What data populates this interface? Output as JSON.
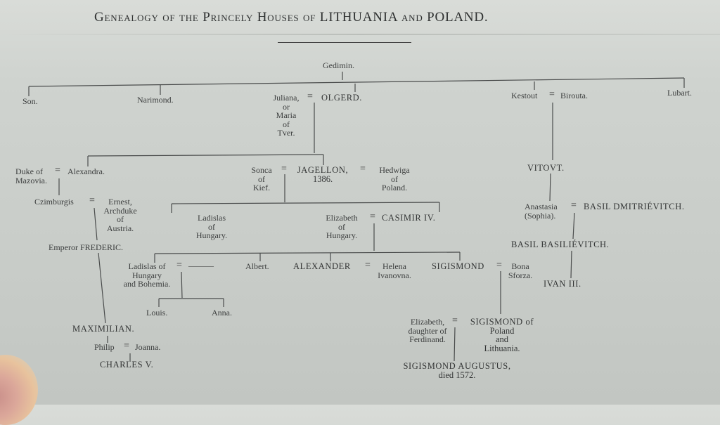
{
  "title": "Genealogy of the Princely Houses of LITHUANIA and POLAND.",
  "nodes": {
    "gedimin": "Gedimin.",
    "son": "Son.",
    "narimond": "Narimond.",
    "juliana": [
      "Juliana,",
      "or",
      "Maria",
      "of",
      "Tver."
    ],
    "olgerd": "OLGERD.",
    "kestout": "Kestout",
    "birouta": "Birouta.",
    "lubart": "Lubart.",
    "duke_of_mazovia": [
      "Duke of",
      "Mazovia."
    ],
    "alexandra": "Alexandra.",
    "sonca": [
      "Sonca",
      "of",
      "Kief."
    ],
    "jagellon": [
      "JAGELLON,",
      "1386."
    ],
    "hedwiga": [
      "Hedwiga",
      "of",
      "Poland."
    ],
    "vitovt": "VITOVT.",
    "czimburgis": "Czimburgis",
    "ernest": [
      "Ernest,",
      "Archduke",
      "of",
      "Austria."
    ],
    "ladislas_hungary": [
      "Ladislas",
      "of",
      "Hungary."
    ],
    "elizabeth_hungary": [
      "Elizabeth",
      "of",
      "Hungary."
    ],
    "casimir": "CASIMIR IV.",
    "anastasia": [
      "Anastasia",
      "(Sophia)."
    ],
    "basil_dmitrievitch": "BASIL DMITRIÉVITCH.",
    "emperor_frederic": "Emperor FREDERIC.",
    "basil_basilievitch": "BASIL BASILIÉVITCH.",
    "ladislas_bohemia": [
      "Ladislas of",
      "Hungary",
      "and Bohemia."
    ],
    "unknown_spouse": "———",
    "albert": "Albert.",
    "alexander": "ALEXANDER",
    "helena": [
      "Helena",
      "Ivanovna."
    ],
    "sigismond": "SIGISMOND",
    "bona": [
      "Bona",
      "Sforza."
    ],
    "ivan": "IVAN III.",
    "louis": "Louis.",
    "anna": "Anna.",
    "elizabeth_ferdinand": [
      "Elizabeth,",
      "daughter of",
      "Ferdinand."
    ],
    "sigismond_poland": [
      "SIGISMOND of",
      "Poland",
      "and",
      "Lithuania."
    ],
    "maximilian": "MAXIMILIAN.",
    "philip": "Philip",
    "joanna": "Joanna.",
    "charles": "CHARLES V.",
    "sigismond_augustus": [
      "SIGISMOND AUGUSTUS,",
      "died 1572."
    ]
  },
  "marriage_symbol": "="
}
